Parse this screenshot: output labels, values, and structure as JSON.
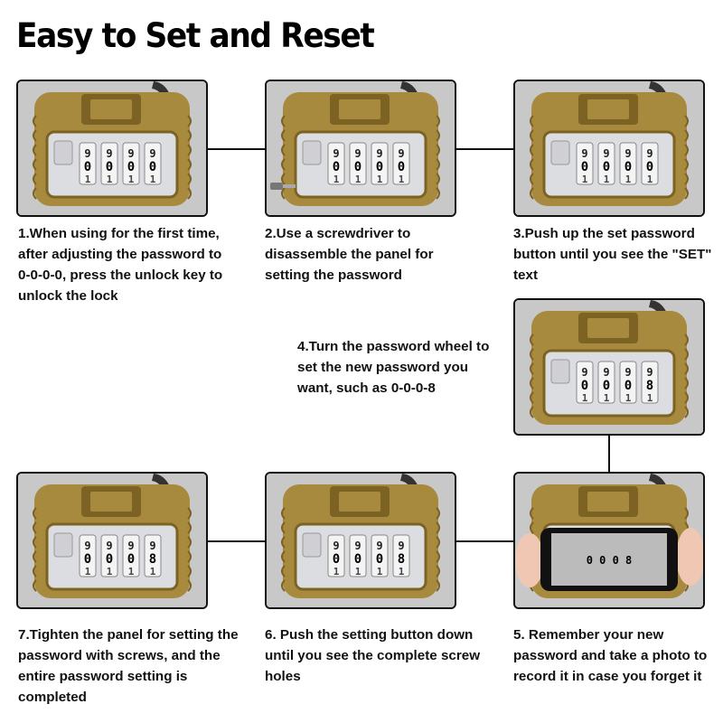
{
  "title": "Easy to Set and Reset",
  "steps": [
    {
      "caption": "1.When using for the first time, after adjusting the password to 0-0-0-0, press the unlock key to unlock the lock",
      "digits": [
        "0",
        "0",
        "0",
        "0"
      ]
    },
    {
      "caption": "2.Use a screwdriver to disassemble the panel for setting the password",
      "digits": [
        "0",
        "0",
        "0",
        "0"
      ]
    },
    {
      "caption": "3.Push up the set password button until you see the \"SET\" text",
      "digits": [
        "0",
        "0",
        "0",
        "0"
      ]
    },
    {
      "caption": "4.Turn the password wheel to set the new password you want, such as 0-0-0-8",
      "digits": [
        "0",
        "0",
        "0",
        "8"
      ]
    },
    {
      "caption": "5. Remember your new password and take a photo to record it in case you forget it",
      "digits": [
        "0",
        "0",
        "0",
        "8"
      ]
    },
    {
      "caption": "6. Push the setting button down until you see the complete screw holes",
      "digits": [
        "0",
        "0",
        "0",
        "8"
      ]
    },
    {
      "caption": "7.Tighten the panel for setting the password with screws, and the entire password setting is completed",
      "digits": [
        "0",
        "0",
        "0",
        "8"
      ]
    }
  ],
  "colors": {
    "lock_body": "#a88a3e",
    "lock_dark": "#7d6323",
    "panel_bg": "#c8c8c8",
    "face": "#dcdde0"
  },
  "icons": [
    "padlock-image",
    "screwdriver-icon",
    "phone-icon",
    "hand-icon"
  ]
}
